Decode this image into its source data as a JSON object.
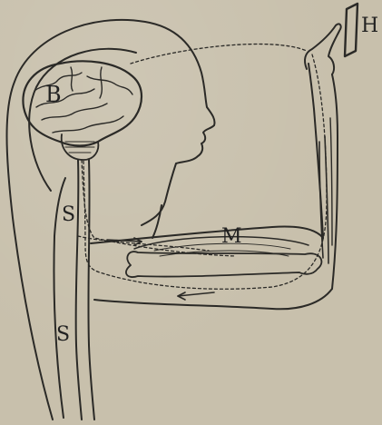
{
  "figure": {
    "labels": {
      "brain": "B",
      "spinal_cord_upper": "S",
      "spinal_cord_lower": "S",
      "muscle": "M",
      "hot_object": "H"
    }
  }
}
